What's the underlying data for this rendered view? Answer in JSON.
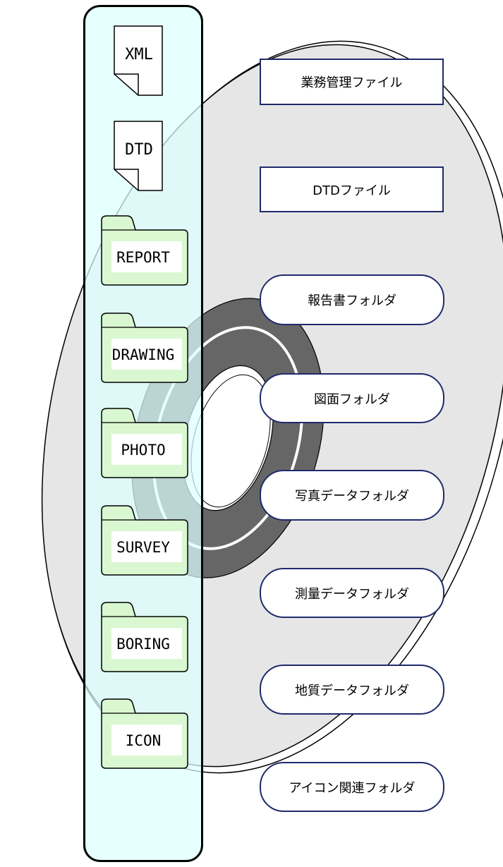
{
  "colors": {
    "panel_fill": "#dcffff",
    "panel_border": "#000000",
    "folder_fill": "#d9f7d0",
    "file_fill": "#ffffff",
    "disc_fill": "#e6e6e6",
    "disc_ring": "#666666",
    "box_border": "#1f2a6b"
  },
  "left_items": [
    {
      "label": "XML",
      "kind": "file",
      "icon": "document-icon"
    },
    {
      "label": "DTD",
      "kind": "file",
      "icon": "document-icon"
    },
    {
      "label": "REPORT",
      "kind": "folder",
      "icon": "folder-icon"
    },
    {
      "label": "DRAWING",
      "kind": "folder",
      "icon": "folder-icon"
    },
    {
      "label": "PHOTO",
      "kind": "folder",
      "icon": "folder-icon"
    },
    {
      "label": "SURVEY",
      "kind": "folder",
      "icon": "folder-icon"
    },
    {
      "label": "BORING",
      "kind": "folder",
      "icon": "folder-icon"
    },
    {
      "label": "ICON",
      "kind": "folder",
      "icon": "folder-icon"
    }
  ],
  "right_labels": [
    {
      "text": "業務管理ファイル",
      "shape": "rect"
    },
    {
      "text": "DTDファイル",
      "shape": "rect"
    },
    {
      "text": "報告書フォルダ",
      "shape": "rounded"
    },
    {
      "text": "図面フォルダ",
      "shape": "rounded"
    },
    {
      "text": "写真データフォルダ",
      "shape": "rounded"
    },
    {
      "text": "測量データフォルダ",
      "shape": "rounded"
    },
    {
      "text": "地質データフォルダ",
      "shape": "rounded"
    },
    {
      "text": "アイコン関連フォルダ",
      "shape": "rounded"
    }
  ]
}
